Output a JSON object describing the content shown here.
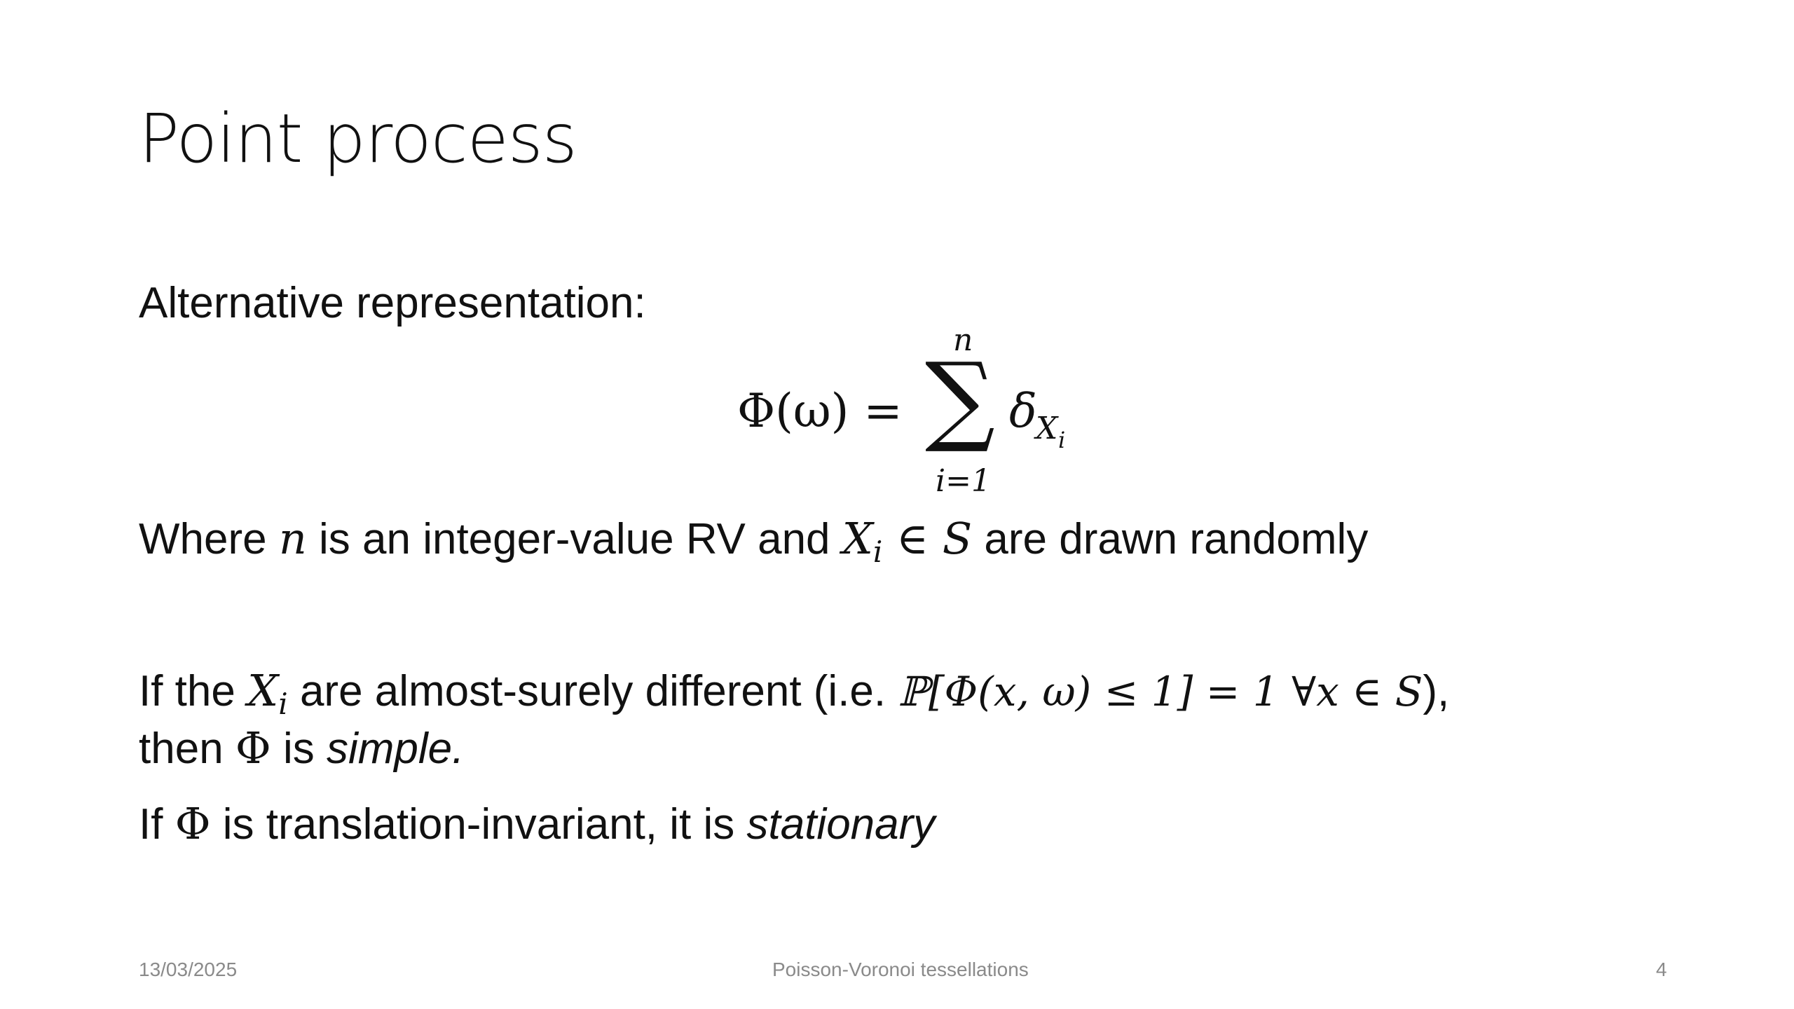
{
  "slide": {
    "title": "Point process",
    "intro": "Alternative representation:",
    "equation": {
      "lhs": "Φ(ω) =",
      "operator": "∑",
      "upper": "n",
      "lower": "i=1",
      "term": "δ",
      "term_sub": "X",
      "term_subsub": "i"
    },
    "where_line": {
      "t1": "Where ",
      "n": "n",
      "t2": " is an integer-value RV and ",
      "X": "X",
      "i": "i",
      "t3": " ∈ ",
      "S": "S",
      "t4": " are drawn randomly"
    },
    "simple_line": {
      "t1": "If the ",
      "X": "X",
      "i": "i",
      "t2": " are almost-surely different (i.e. ",
      "math": "ℙ[Φ(x, ω) ≤ 1] = 1 ∀x ∈ S",
      "t3": "),",
      "t4": "then ",
      "phi": "Φ",
      "t5": " is ",
      "simple": "simple."
    },
    "stationary_line": {
      "t1": "If ",
      "phi": "Φ",
      "t2": " is translation-invariant, it is ",
      "stationary": "stationary"
    }
  },
  "footer": {
    "date": "13/03/2025",
    "center": "Poisson-Voronoi tessellations",
    "page": "4"
  }
}
